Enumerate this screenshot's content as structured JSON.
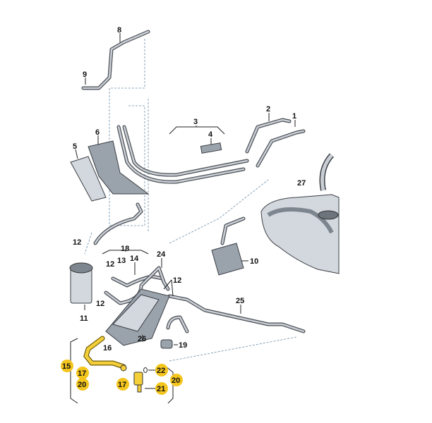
{
  "diagram": {
    "title": "Fuel lines, fuel filter and fuel tank parts diagram",
    "highlight_color": "#f3c51d",
    "labels": {
      "p1": "1",
      "p2": "2",
      "p3": "3",
      "p4": "4",
      "p5": "5",
      "p6": "6",
      "p8": "8",
      "p9": "9",
      "p10": "10",
      "p11": "11",
      "p12a": "12",
      "p12b": "12",
      "p12c": "12",
      "p12d": "12",
      "p13": "13",
      "p14": "14",
      "p15": "15",
      "p16": "16",
      "p17a": "17",
      "p17b": "17",
      "p18": "18",
      "p19": "19",
      "p20a": "20",
      "p20b": "20",
      "p21": "21",
      "p22": "22",
      "p24": "24",
      "p25": "25",
      "p26": "26",
      "p27": "27"
    }
  }
}
